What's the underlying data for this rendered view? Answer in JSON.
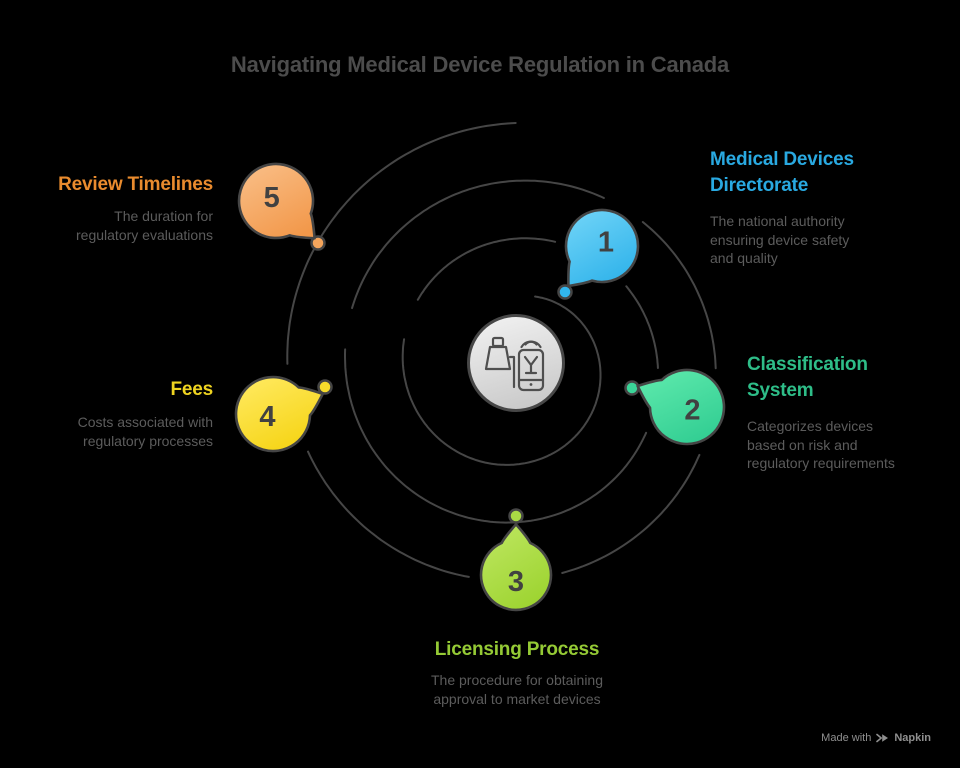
{
  "title": "Navigating Medical Device Regulation in Canada",
  "title_color": "#4c4c4c",
  "background": "#000000",
  "center_icon": "connected-medical-device-icon",
  "items": [
    {
      "number": "1",
      "heading_lines": [
        "Medical Devices",
        "Directorate"
      ],
      "desc_lines": [
        "The national authority",
        "ensuring device safety",
        "and quality"
      ],
      "heading_color": "#29a9e1",
      "bubble_fill_light": "#6ed3f7",
      "bubble_fill_dark": "#2eb2ea",
      "dot_color": "#31b6ee"
    },
    {
      "number": "2",
      "heading_lines": [
        "Classification",
        "System"
      ],
      "desc_lines": [
        "Categorizes devices",
        "based on risk and",
        "regulatory requirements"
      ],
      "heading_color": "#2ebd88",
      "bubble_fill_light": "#5de9ac",
      "bubble_fill_dark": "#31cd92",
      "dot_color": "#3bd598"
    },
    {
      "number": "3",
      "heading_lines": [
        "Licensing Process"
      ],
      "desc_lines": [
        "The procedure for obtaining",
        "approval to market devices"
      ],
      "heading_color": "#95ca35",
      "bubble_fill_light": "#bde65f",
      "bubble_fill_dark": "#9cd32f",
      "dot_color": "#aadb45"
    },
    {
      "number": "4",
      "heading_lines": [
        "Fees"
      ],
      "desc_lines": [
        "Costs associated with",
        "regulatory processes"
      ],
      "heading_color": "#eed320",
      "bubble_fill_light": "#ffe95e",
      "bubble_fill_dark": "#f5d311",
      "dot_color": "#f7dc2b"
    },
    {
      "number": "5",
      "heading_lines": [
        "Review Timelines"
      ],
      "desc_lines": [
        "The duration for",
        "regulatory evaluations"
      ],
      "heading_color": "#e98b2e",
      "bubble_fill_light": "#f9bd85",
      "bubble_fill_dark": "#f2984a",
      "dot_color": "#f5a55c"
    }
  ],
  "watermark": {
    "prefix": "Made with",
    "brand": "Napkin",
    "icon": "napkin-logo-icon",
    "color": "#8f8f8f"
  },
  "colors": {
    "spiral": "#464646",
    "outline": "#454545",
    "number": "#414141",
    "desc": "#5c5c5c",
    "center_fill_light": "#f0f0f0",
    "center_fill_dark": "#c9c9c9",
    "icon_stroke": "#4f4f4f"
  }
}
